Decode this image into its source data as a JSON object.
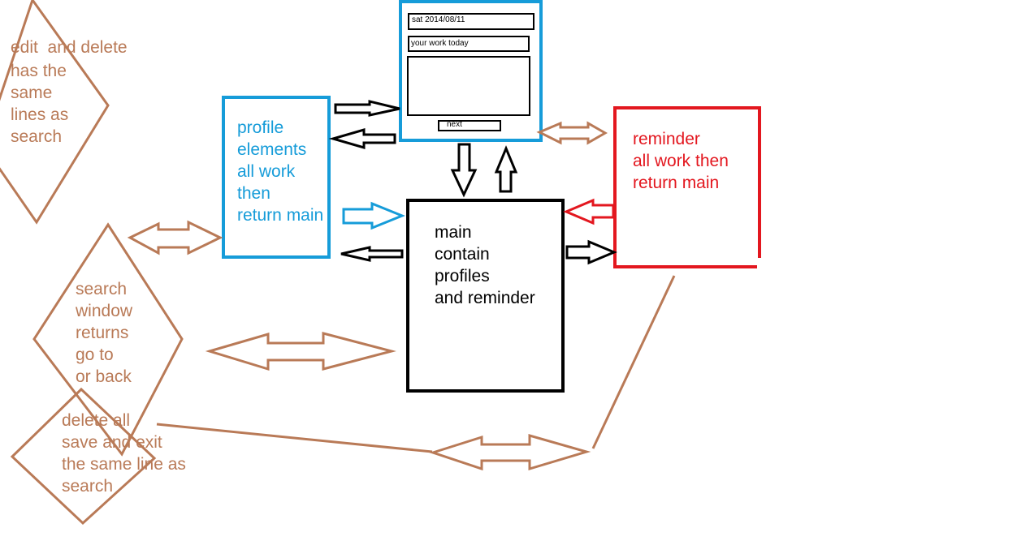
{
  "colors": {
    "brown": "#b97a57",
    "blue": "#169cd9",
    "red": "#e3171f",
    "black": "#000000"
  },
  "notes": {
    "edit_delete_line1": "edit  and delete",
    "edit_delete_rest": "has the\nsame\nlines as\nsearch",
    "search_window": "search\nwindow\nreturns\ngo to\nor back",
    "delete_all": "delete all\nsave and exit\nthe same line as\nsearch"
  },
  "profile": {
    "text": "profile\nelements\nall work\nthen\nreturn main"
  },
  "main": {
    "text": "main\ncontain\nprofiles\nand reminder"
  },
  "reminder": {
    "text": "reminder\nall work then\nreturn main"
  },
  "phone_form": {
    "date_field": "sat 2014/08/11",
    "work_field": "your work today",
    "next_button": "next"
  }
}
